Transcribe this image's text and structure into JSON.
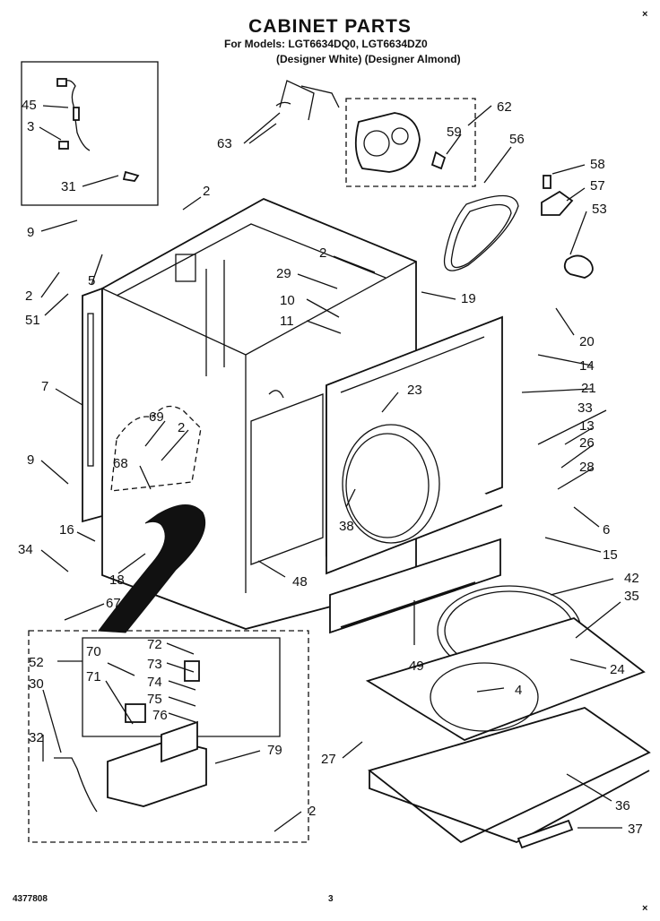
{
  "header": {
    "title": "CABINET PARTS",
    "models_line": "For Models: LGT6634DQ0, LGT6634DZ0",
    "colors_line": "(Designer White) (Designer Almond)"
  },
  "footer": {
    "part_number": "4377808",
    "page_number": "3"
  },
  "callouts": [
    "45",
    "3",
    "31",
    "63",
    "62",
    "59",
    "56",
    "58",
    "57",
    "53",
    "9",
    "5",
    "2",
    "51",
    "29",
    "10",
    "11",
    "19",
    "20",
    "14",
    "21",
    "23",
    "33",
    "13",
    "26",
    "28",
    "6",
    "15",
    "7",
    "69",
    "68",
    "16",
    "34",
    "18",
    "38",
    "48",
    "67",
    "42",
    "35",
    "24",
    "49",
    "4",
    "52",
    "70",
    "72",
    "73",
    "71",
    "74",
    "75",
    "76",
    "30",
    "32",
    "79",
    "27",
    "36",
    "37"
  ],
  "ui": {
    "corner_mark": "×"
  }
}
